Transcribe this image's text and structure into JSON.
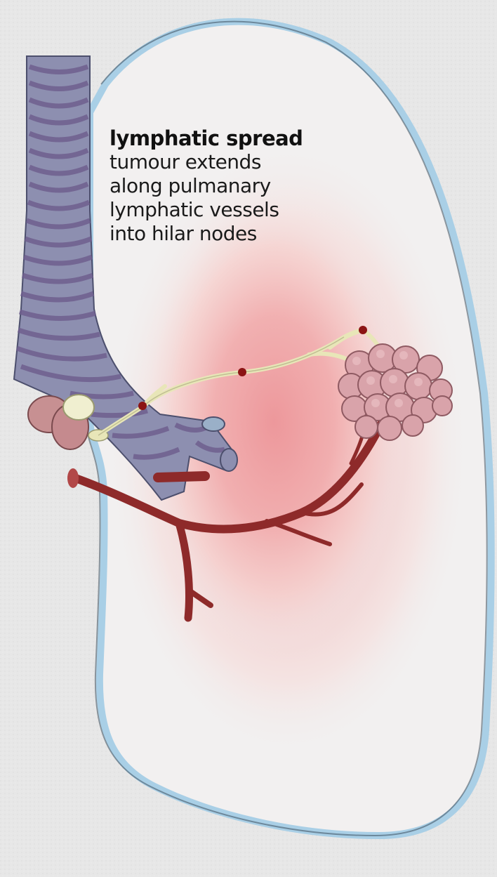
{
  "caption": {
    "title": "lymphatic spread",
    "lines": [
      "tumour extends",
      "along pulmanary",
      "lymphatic vessels",
      "into hilar nodes"
    ]
  },
  "colors": {
    "background": "#e8e8e8",
    "pleura_outline": "#a9cfe6",
    "lung_fill": "#f1efef",
    "tumour_zone": "#ef9a9a",
    "bronchus": "#8d8fb0",
    "bronchus_rings": "#6f5f8e",
    "artery": "#8e2a2a",
    "lymph_vessel": "#e8e6b8",
    "lymph_node_marker": "#8b1414",
    "tumour_mass": "#d9a3aa",
    "hilar_node": "#c79092"
  }
}
